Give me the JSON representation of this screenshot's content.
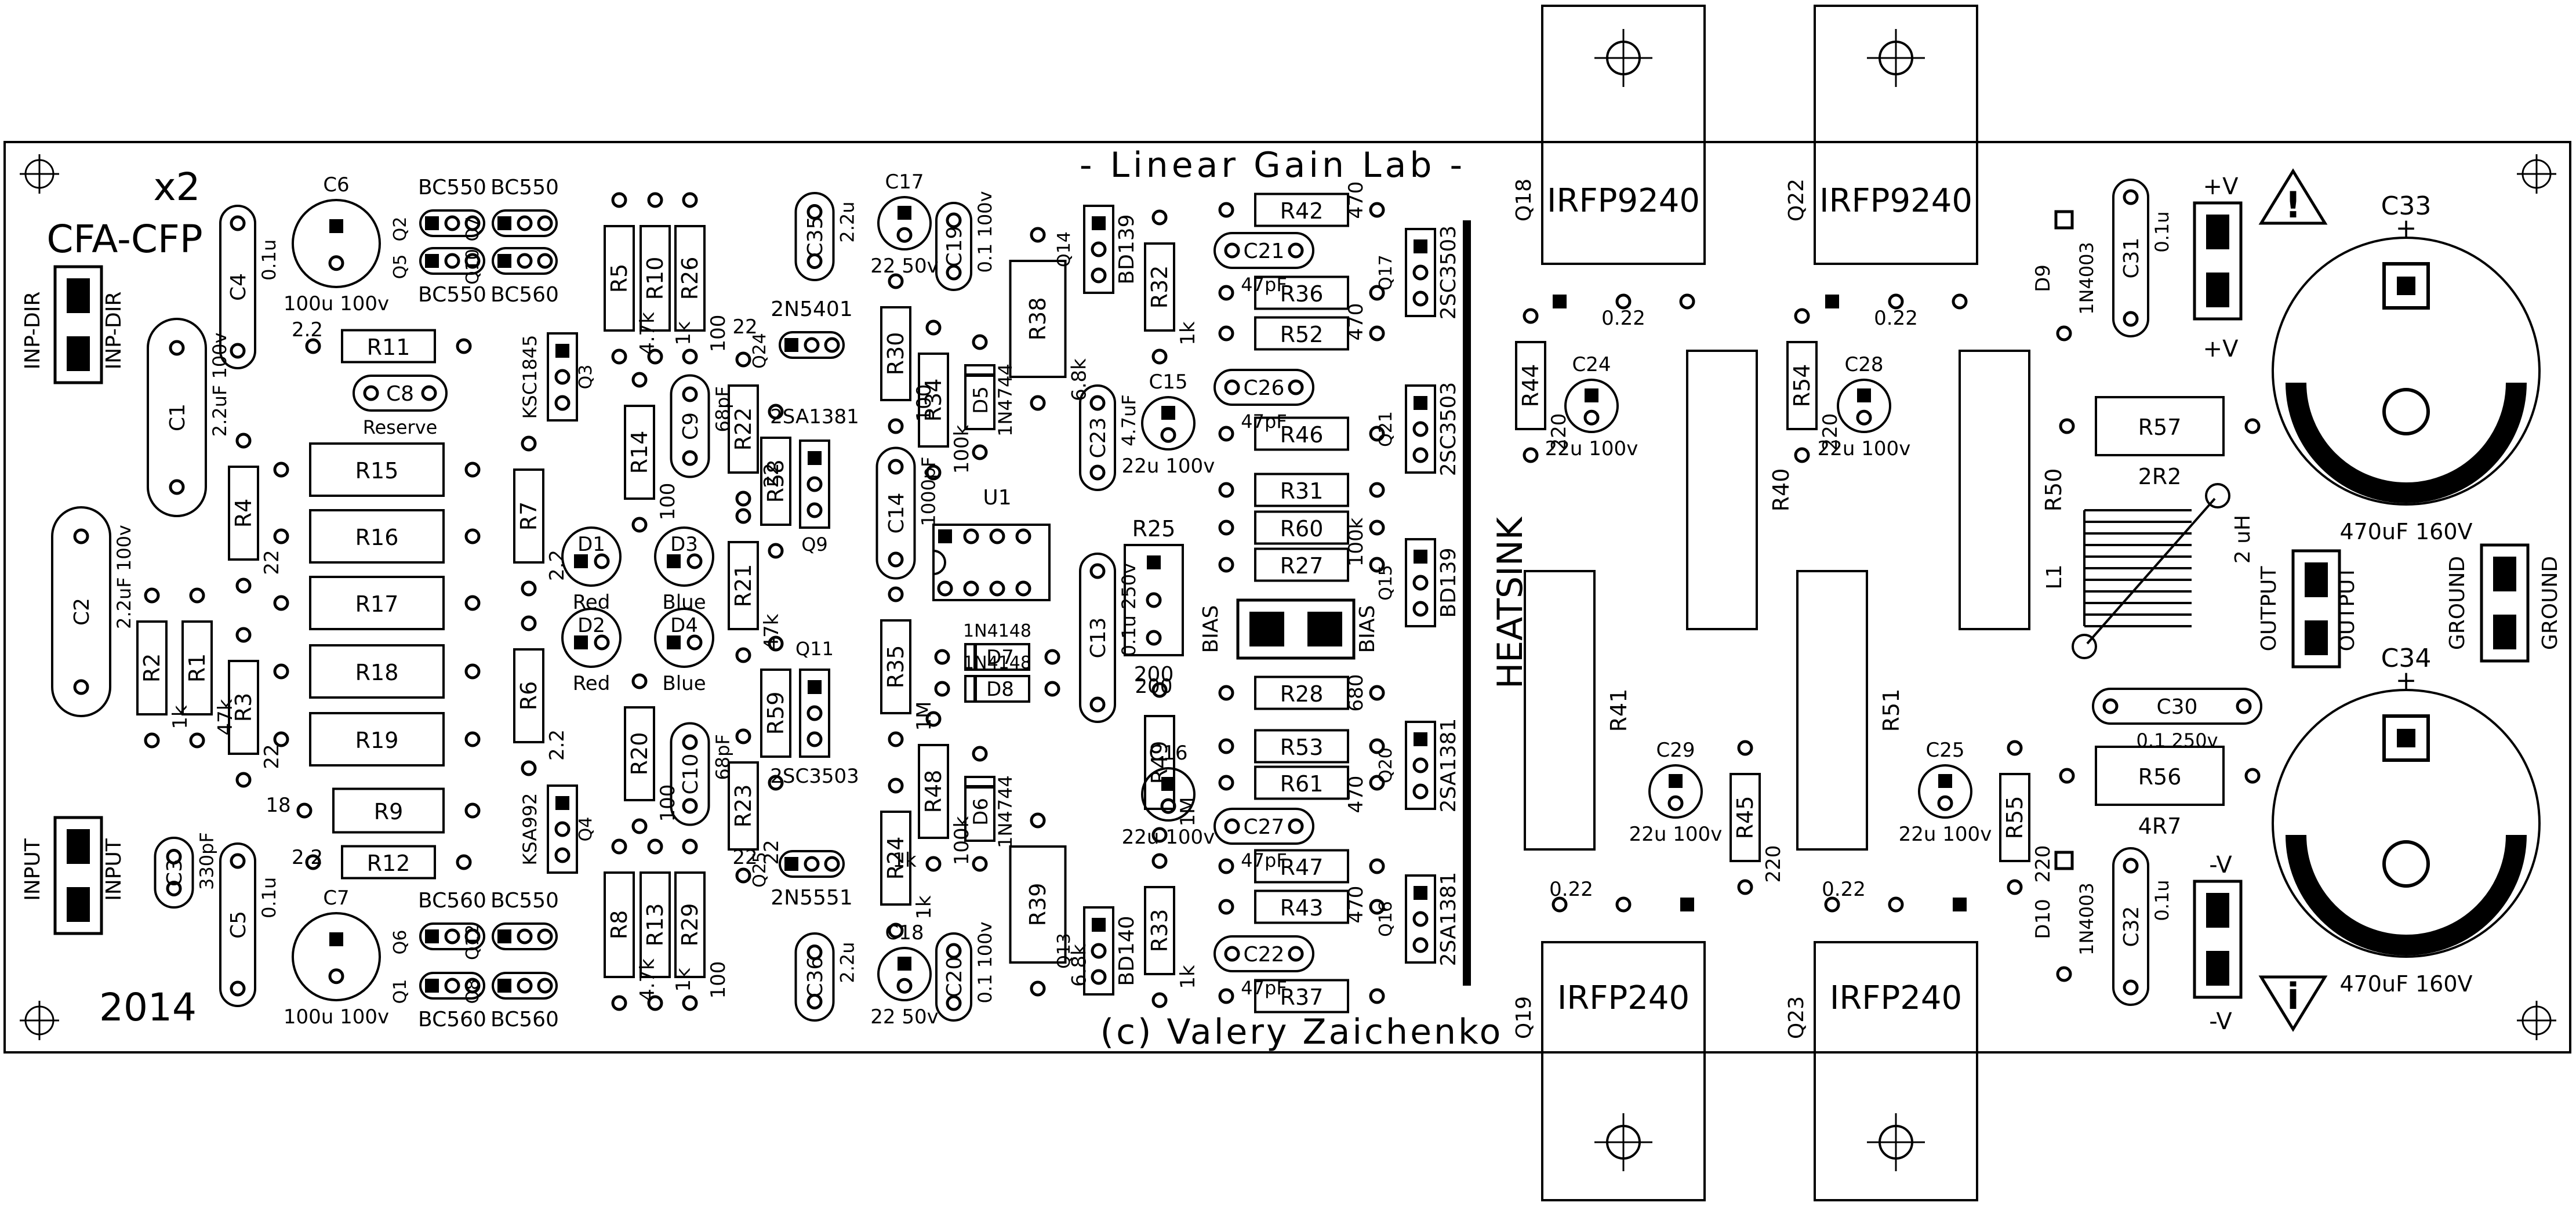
{
  "colors": {
    "ink": "#000000",
    "paper": "#ffffff"
  },
  "header": {
    "lab": "- Linear Gain Lab -",
    "qty": "x2",
    "project": "CFA-CFP",
    "year": "2014",
    "copyright": "(c) Valery Zaichenko",
    "heatsink": "HEATSINK"
  },
  "connectors": {
    "inp_dir": "INP-DIR",
    "input": "INPUT",
    "output": "OUTPUT",
    "ground": "GROUND",
    "plus_v": "+V",
    "minus_v": "-V",
    "bias": "BIAS"
  },
  "warnings": {
    "top": "!",
    "bottom": "i"
  },
  "power": [
    {
      "ref": "Q18",
      "part": "IRFP9240",
      "emitter": "0.22"
    },
    {
      "ref": "Q22",
      "part": "IRFP9240",
      "emitter": "0.22"
    },
    {
      "ref": "Q19",
      "part": "IRFP240",
      "emitter": "0.22"
    },
    {
      "ref": "Q23",
      "part": "IRFP240",
      "emitter": "0.22"
    }
  ],
  "bigcaps": [
    {
      "ref": "C33",
      "value": "470uF 160V",
      "pol": "+"
    },
    {
      "ref": "C34",
      "value": "470uF 160V",
      "pol": "+"
    }
  ],
  "resistors": [
    {
      "ref": "R15"
    },
    {
      "ref": "R16"
    },
    {
      "ref": "R17"
    },
    {
      "ref": "R18"
    },
    {
      "ref": "R19"
    },
    {
      "ref": "R9"
    },
    {
      "ref": "R11"
    },
    {
      "ref": "R12"
    },
    {
      "ref": "R42"
    },
    {
      "ref": "R36"
    },
    {
      "ref": "R52"
    },
    {
      "ref": "R46"
    },
    {
      "ref": "R31"
    },
    {
      "ref": "R60"
    },
    {
      "ref": "R27"
    },
    {
      "ref": "R28"
    },
    {
      "ref": "R53"
    },
    {
      "ref": "R61"
    },
    {
      "ref": "R47"
    },
    {
      "ref": "R43"
    },
    {
      "ref": "R37"
    },
    {
      "ref": "R57",
      "value": "2R2"
    },
    {
      "ref": "R56",
      "value": "4R7"
    }
  ],
  "vresistors": [
    {
      "ref": "R5",
      "value": "4.7k"
    },
    {
      "ref": "R10",
      "value": "1k"
    },
    {
      "ref": "R26",
      "value": "100"
    },
    {
      "ref": "R8",
      "value": "4.7k"
    },
    {
      "ref": "R13",
      "value": "1k"
    },
    {
      "ref": "R29",
      "value": "100"
    },
    {
      "ref": "R4",
      "value": "22"
    },
    {
      "ref": "R3",
      "value": "22"
    },
    {
      "ref": "R2",
      "value": "1k"
    },
    {
      "ref": "R1",
      "value": "47k"
    },
    {
      "ref": "R7",
      "value": "2.2"
    },
    {
      "ref": "R6",
      "value": "2.2"
    },
    {
      "ref": "R14",
      "value": "100"
    },
    {
      "ref": "R20",
      "value": "100"
    },
    {
      "ref": "R22",
      "value": "22"
    },
    {
      "ref": "R58",
      "value": ""
    },
    {
      "ref": "R21",
      "value": "47k"
    },
    {
      "ref": "R59",
      "value": ""
    },
    {
      "ref": "R23",
      "value": "22"
    },
    {
      "ref": "R30",
      "value": "100"
    },
    {
      "ref": "R34",
      "value": "100k"
    },
    {
      "ref": "R35",
      "value": "1M"
    },
    {
      "ref": "R48",
      "value": "100k"
    },
    {
      "ref": "R24",
      "value": "1k"
    },
    {
      "ref": "R38",
      "value": "6.8k"
    },
    {
      "ref": "R39",
      "value": "6.8k"
    },
    {
      "ref": "R32",
      "value": "1k"
    },
    {
      "ref": "R33",
      "value": "1k"
    },
    {
      "ref": "R49",
      "value": "1M"
    },
    {
      "ref": "R44",
      "value": "220"
    },
    {
      "ref": "R54",
      "value": "220"
    },
    {
      "ref": "R45",
      "value": "220"
    },
    {
      "ref": "R55",
      "value": "220"
    },
    {
      "ref": "R40",
      "value": ""
    },
    {
      "ref": "R41",
      "value": ""
    },
    {
      "ref": "R50",
      "value": ""
    },
    {
      "ref": "R51",
      "value": ""
    }
  ],
  "ecaps": [
    {
      "ref": "C6",
      "value": "100u 100v"
    },
    {
      "ref": "C7",
      "value": "100u 100v"
    },
    {
      "ref": "C17",
      "value": "22 50v"
    },
    {
      "ref": "C18",
      "value": "22 50v"
    },
    {
      "ref": "C15",
      "value": "22u 100v"
    },
    {
      "ref": "C16",
      "value": "22u 100v"
    },
    {
      "ref": "C24",
      "value": "22u 100v"
    },
    {
      "ref": "C28",
      "value": "22u 100v"
    },
    {
      "ref": "C29",
      "value": "22u 100v"
    },
    {
      "ref": "C25",
      "value": "22u 100v"
    }
  ],
  "ovalcaps": [
    {
      "ref": "C1",
      "value": "2.2uF 100v"
    },
    {
      "ref": "C2",
      "value": "2.2uF 100v"
    },
    {
      "ref": "C4",
      "value": "0.1u"
    },
    {
      "ref": "C5",
      "value": "0.1u"
    },
    {
      "ref": "C8",
      "value": "Reserve"
    },
    {
      "ref": "C3",
      "value": "330pF"
    },
    {
      "ref": "C9",
      "value": "68pF"
    },
    {
      "ref": "C10",
      "value": "68pF"
    },
    {
      "ref": "C35",
      "value": "2.2u"
    },
    {
      "ref": "C36",
      "value": "2.2u"
    },
    {
      "ref": "C19",
      "value": "0.1 100v"
    },
    {
      "ref": "C20",
      "value": "0.1 100v"
    },
    {
      "ref": "C14",
      "value": "1000pF"
    },
    {
      "ref": "C23",
      "value": "4.7uF"
    },
    {
      "ref": "C13",
      "value": "0.1u 250v"
    },
    {
      "ref": "C21",
      "value": "47pF"
    },
    {
      "ref": "C26",
      "value": "47pF"
    },
    {
      "ref": "C27",
      "value": "47pF"
    },
    {
      "ref": "C22",
      "value": "47pF"
    },
    {
      "ref": "C30",
      "value": "0.1 250v"
    },
    {
      "ref": "C31",
      "value": "0.1u"
    },
    {
      "ref": "C32",
      "value": "0.1u"
    }
  ],
  "transistors": [
    {
      "ref": "Q2",
      "part": "BC550"
    },
    {
      "ref": "Q7",
      "part": "BC550"
    },
    {
      "ref": "Q5",
      "part": "BC550"
    },
    {
      "ref": "Q10",
      "part": "BC560"
    },
    {
      "ref": "Q6",
      "part": "BC560"
    },
    {
      "ref": "Q12",
      "part": "BC550"
    },
    {
      "ref": "Q1",
      "part": "BC560"
    },
    {
      "ref": "Q8",
      "part": "BC560"
    },
    {
      "ref": "Q3",
      "part": "KSC1845"
    },
    {
      "ref": "Q4",
      "part": "KSA992"
    },
    {
      "ref": "Q24",
      "part": "2N5401"
    },
    {
      "ref": "Q25",
      "part": "2N5551"
    },
    {
      "ref": "Q9",
      "part": "2SA1381"
    },
    {
      "ref": "Q11",
      "part": "2SC3503"
    },
    {
      "ref": "Q14",
      "part": "BD139"
    },
    {
      "ref": "Q13",
      "part": "BD140"
    },
    {
      "ref": "Q17",
      "part": "2SC3503"
    },
    {
      "ref": "Q21",
      "part": "2SC3503"
    },
    {
      "ref": "Q15",
      "part": "BD139"
    },
    {
      "ref": "Q20",
      "part": "2SA1381"
    },
    {
      "ref": "Q16",
      "part": "2SA1381"
    }
  ],
  "misc_values": [
    "470",
    "470",
    "100k",
    "680",
    "470",
    "470",
    "200",
    "1k",
    "18",
    "2.2",
    "2.2",
    "22",
    "22"
  ],
  "diodes": [
    {
      "ref": "D1",
      "value": "Red"
    },
    {
      "ref": "D2",
      "value": "Red"
    },
    {
      "ref": "D3",
      "value": "Blue"
    },
    {
      "ref": "D4",
      "value": "Blue"
    },
    {
      "ref": "D5",
      "value": "1N4744"
    },
    {
      "ref": "D6",
      "value": "1N4744"
    },
    {
      "ref": "D7",
      "value": "1N4148"
    },
    {
      "ref": "D8",
      "value": "1N4148"
    },
    {
      "ref": "D9",
      "value": "1N4003"
    },
    {
      "ref": "D10",
      "value": "1N4003"
    }
  ],
  "ic": {
    "ref": "U1"
  },
  "trimmer": {
    "ref": "R25",
    "value": "200"
  },
  "inductor": {
    "ref": "L1",
    "value": "2 uH"
  }
}
